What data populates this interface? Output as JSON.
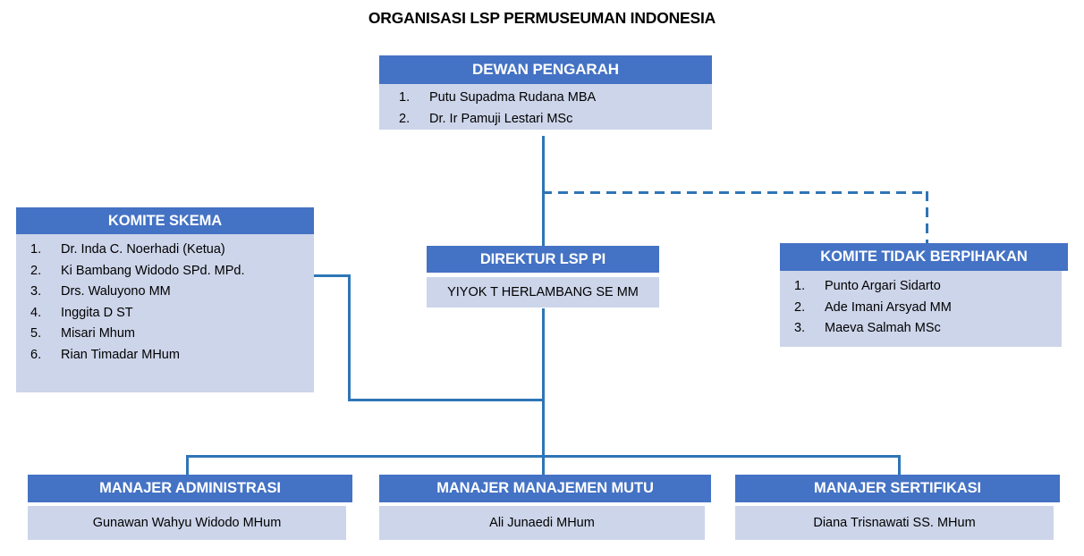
{
  "title": "ORGANISASI LSP  PERMUSEUMAN INDONESIA",
  "colors": {
    "header_blue": "#4472C4",
    "body_fill": "#CDD5EA",
    "connector": "#2E75B6",
    "background": "#FFFFFF",
    "header_text": "#FFFFFF",
    "body_text": "#000000"
  },
  "boxes": {
    "dewan_pengarah": {
      "header": "DEWAN PENGARAH",
      "members": [
        {
          "num": "1.",
          "name": "Putu Supadma Rudana MBA"
        },
        {
          "num": "2.",
          "name": "Dr. Ir Pamuji Lestari MSc"
        }
      ]
    },
    "komite_skema": {
      "header": "KOMITE SKEMA",
      "members": [
        {
          "num": "1.",
          "name": "Dr. Inda C. Noerhadi (Ketua)"
        },
        {
          "num": "2.",
          "name": "Ki Bambang Widodo SPd. MPd."
        },
        {
          "num": "3.",
          "name": "Drs. Waluyono MM"
        },
        {
          "num": "4.",
          "name": "Inggita D ST"
        },
        {
          "num": "5.",
          "name": "Misari Mhum"
        },
        {
          "num": "6.",
          "name": "Rian Timadar MHum"
        }
      ]
    },
    "direktur": {
      "header": "DIREKTUR LSP PI",
      "occupant": "YIYOK T HERLAMBANG SE MM"
    },
    "komite_tidak_berpihakan": {
      "header": "KOMITE TIDAK BERPIHAKAN",
      "members": [
        {
          "num": "1.",
          "name": "Punto Argari Sidarto"
        },
        {
          "num": "2.",
          "name": "Ade Imani Arsyad MM"
        },
        {
          "num": "3.",
          "name": "Maeva Salmah MSc"
        }
      ]
    },
    "manajer_administrasi": {
      "header": "MANAJER ADMINISTRASI",
      "occupant": "Gunawan Wahyu Widodo MHum"
    },
    "manajer_manajemen_mutu": {
      "header": "MANAJER MANAJEMEN MUTU",
      "occupant": "Ali Junaedi MHum"
    },
    "manajer_sertifikasi": {
      "header": "MANAJER SERTIFIKASI",
      "occupant": "Diana Trisnawati SS. MHum"
    }
  }
}
